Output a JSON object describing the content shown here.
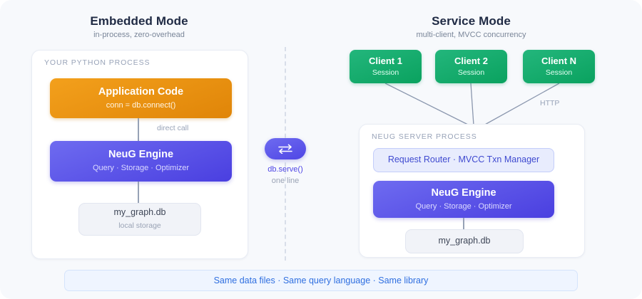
{
  "embedded": {
    "title": "Embedded Mode",
    "subtitle": "in-process, zero-overhead",
    "panel_label": "YOUR PYTHON PROCESS",
    "app_box": {
      "title": "Application Code",
      "subtitle": "conn = db.connect()"
    },
    "edge_label": "direct call",
    "engine_box": {
      "title": "NeuG Engine",
      "subtitle": "Query · Storage · Optimizer"
    },
    "storage_box": {
      "title": "my_graph.db",
      "subtitle": "local storage"
    }
  },
  "bridge": {
    "icon": "bidirectional-arrows-icon",
    "caption": "db.serve()",
    "caption_sub": "one line"
  },
  "service": {
    "title": "Service Mode",
    "subtitle": "multi-client, MVCC concurrency",
    "clients": [
      {
        "title": "Client 1",
        "subtitle": "Session"
      },
      {
        "title": "Client 2",
        "subtitle": "Session"
      },
      {
        "title": "Client N",
        "subtitle": "Session"
      }
    ],
    "transport_label": "HTTP",
    "panel_label": "NEUG SERVER PROCESS",
    "router_box": {
      "title": "Request Router · MVCC Txn Manager"
    },
    "engine_box": {
      "title": "NeuG Engine",
      "subtitle": "Query · Storage · Optimizer"
    },
    "storage_box": {
      "title": "my_graph.db"
    }
  },
  "footer": {
    "text": "Same data files · Same query language · Same library"
  },
  "colors": {
    "background": "#f7f9fc",
    "orange": "#e08508",
    "purple": "#4f46e5",
    "green": "#0aa25f",
    "footer_text": "#2f6fe0",
    "muted": "#98a3b8"
  }
}
